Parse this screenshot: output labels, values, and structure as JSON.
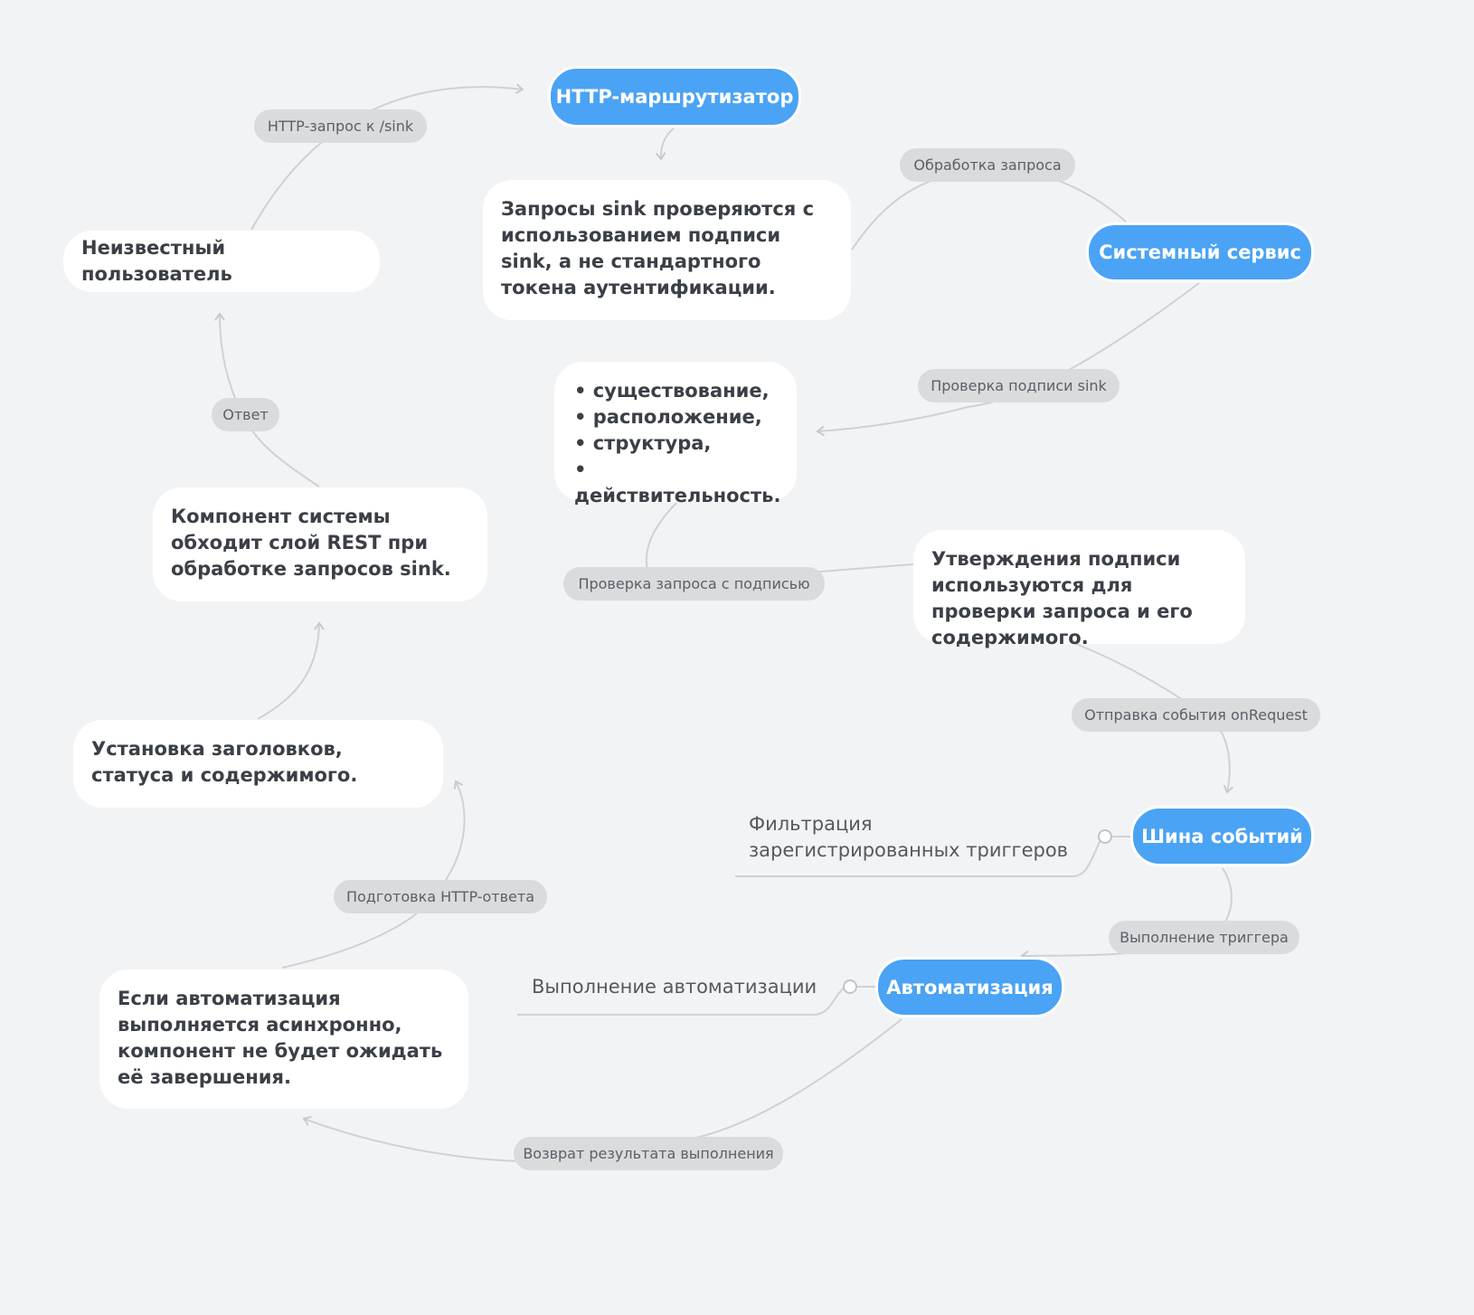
{
  "topics": {
    "http_router": "HTTP-маршрутизатор",
    "system_service": "Системный сервис",
    "event_bus": "Шина событий",
    "automation": "Автоматизация"
  },
  "nodes": {
    "unknown_user": "Неизвестный пользователь",
    "sink_requests": "Запросы sink проверяются с использованием подписи sink, а не стандартного токена аутентификации.",
    "checks": [
      "существование,",
      "расположение,",
      "структура,",
      "действительность."
    ],
    "component_bypass": "Компонент системы обходит слой REST при обработке запросов sink.",
    "signature_claims": "Утверждения подписи используются для проверки запроса и его содержимого.",
    "set_headers": "Установка заголовков, статуса и содержимого.",
    "async_automation": "Если автоматизация выполняется асинхронно, компонент не будет ожидать её завершения."
  },
  "edge_labels": {
    "http_request_sink": "HTTP-запрос к /sink",
    "request_processing": "Обработка запроса",
    "sink_signature_check": "Проверка подписи sink",
    "response": "Ответ",
    "signed_request_check": "Проверка запроса с подписью",
    "send_onrequest": "Отправка события onRequest",
    "trigger_execution": "Выполнение триггера",
    "prepare_http_response": "Подготовка HTTP-ответа",
    "return_result": "Возврат результата выполнения"
  },
  "notes": {
    "filter_triggers": "Фильтрация зарегистрированных триггеров",
    "automation_execution": "Выполнение автоматизации"
  },
  "colors": {
    "background": "#f2f3f5",
    "topic": "#4aa3f4",
    "pill": "#d9dbdd",
    "edge": "#cfd1d4",
    "text": "#3b3f46"
  }
}
